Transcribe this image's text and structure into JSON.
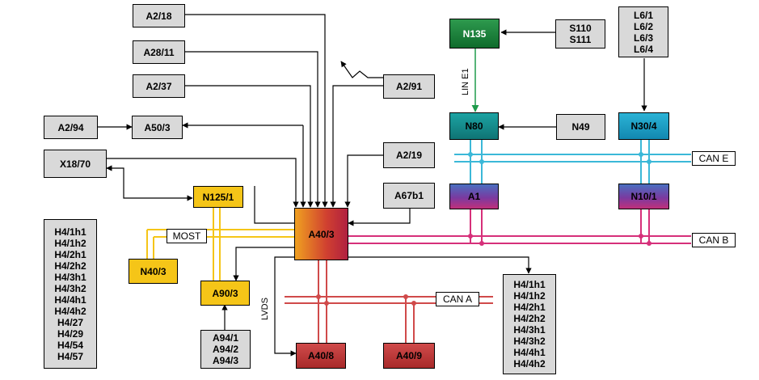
{
  "nodes": {
    "a2_18": [
      "A2/18"
    ],
    "a28_11": [
      "A28/11"
    ],
    "a2_37": [
      "A2/37"
    ],
    "a2_94": [
      "A2/94"
    ],
    "a50_3": [
      "A50/3"
    ],
    "x18_70": [
      "X18/70"
    ],
    "n125_1": [
      "N125/1"
    ],
    "a2_91": [
      "A2/91"
    ],
    "a2_19": [
      "A2/19"
    ],
    "a67b1": [
      "A67b1"
    ],
    "a40_3": [
      "A40/3"
    ],
    "n40_3": [
      "N40/3"
    ],
    "a90_3": [
      "A90/3"
    ],
    "a94": [
      "A94/1",
      "A94/2",
      "A94/3"
    ],
    "h4_left": [
      "H4/1h1",
      "H4/1h2",
      "H4/2h1",
      "H4/2h2",
      "H4/3h1",
      "H4/3h2",
      "H4/4h1",
      "H4/4h2",
      "H4/27",
      "H4/29",
      "H4/54",
      "H4/57"
    ],
    "h4_right": [
      "H4/1h1",
      "H4/1h2",
      "H4/2h1",
      "H4/2h2",
      "H4/3h1",
      "H4/3h2",
      "H4/4h1",
      "H4/4h2"
    ],
    "a40_8": [
      "A40/8"
    ],
    "a40_9": [
      "A40/9"
    ],
    "n135": [
      "N135"
    ],
    "s110": [
      "S110",
      "S111"
    ],
    "l6": [
      "L6/1",
      "L6/2",
      "L6/3",
      "L6/4"
    ],
    "n80": [
      "N80"
    ],
    "n49": [
      "N49"
    ],
    "n30_4": [
      "N30/4"
    ],
    "a1": [
      "A1"
    ],
    "n10_1": [
      "N10/1"
    ]
  },
  "buses": {
    "can_e": "CAN E",
    "can_b": "CAN B",
    "can_a": "CAN A",
    "most": "MOST",
    "lin_e1": "LIN E1",
    "lvds": "LVDS"
  },
  "colors": {
    "can_e": "#3bb8d8",
    "can_b": "#d6307a",
    "can_a": "#d04a4a",
    "most": "#f5c518",
    "lin": "#1e9a4a",
    "box_grey": "#d9d9d9"
  }
}
